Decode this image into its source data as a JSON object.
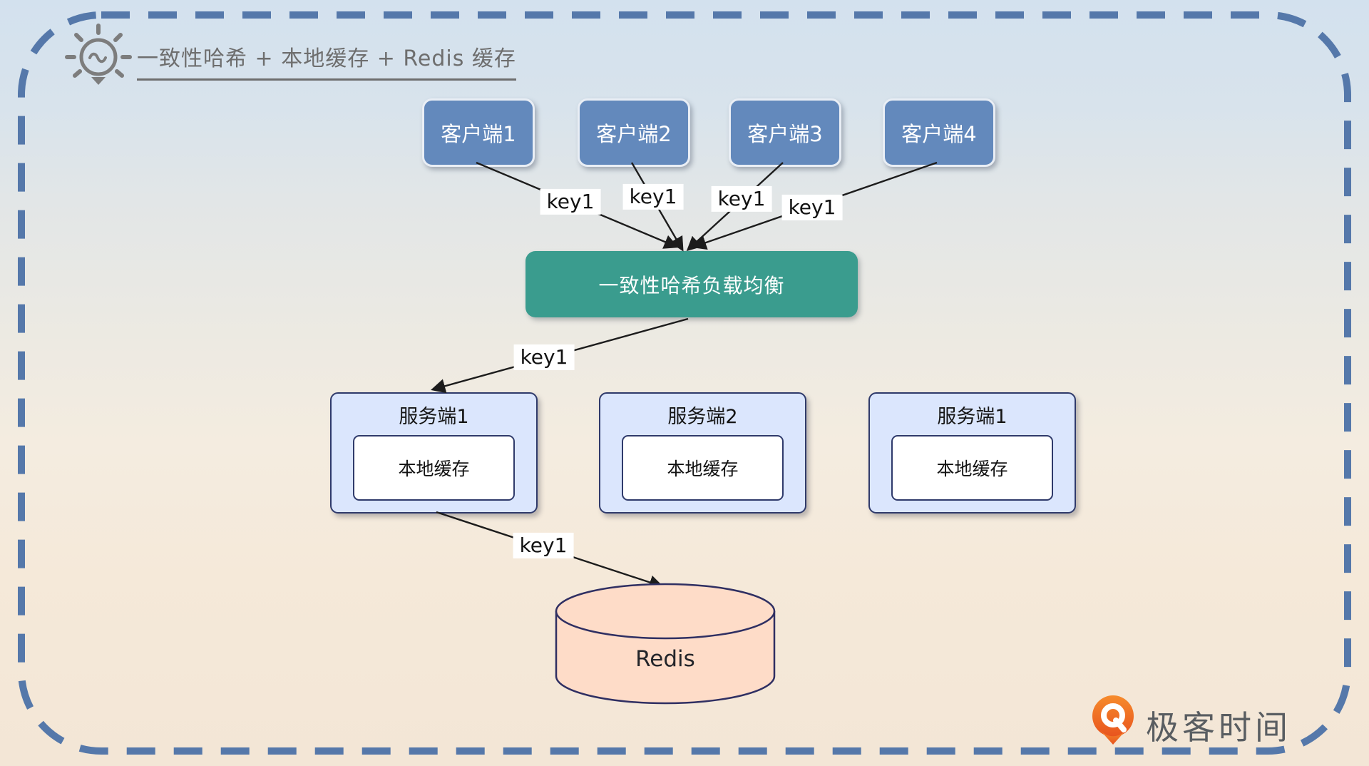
{
  "header": {
    "title": "一致性哈希 + 本地缓存 + Redis 缓存",
    "icon": "lightbulb-icon"
  },
  "clients": [
    {
      "label": "客户端1"
    },
    {
      "label": "客户端2"
    },
    {
      "label": "客户端3"
    },
    {
      "label": "客户端4"
    }
  ],
  "load_balancer": {
    "label": "一致性哈希负载均衡"
  },
  "servers": [
    {
      "title": "服务端1",
      "cache_label": "本地缓存"
    },
    {
      "title": "服务端2",
      "cache_label": "本地缓存"
    },
    {
      "title": "服务端1",
      "cache_label": "本地缓存"
    }
  ],
  "redis": {
    "label": "Redis"
  },
  "edge_labels": {
    "client1_to_lb": "key1",
    "client2_to_lb": "key1",
    "client3_to_lb": "key1",
    "client4_to_lb": "key1",
    "lb_to_server1": "key1",
    "server1_to_redis": "key1"
  },
  "watermark": {
    "text": "极客时间"
  },
  "colors": {
    "background_top": "#d3e1ee",
    "background_bottom": "#f3e6d6",
    "frame_dash": "#5578aa",
    "client_box": "#6389bc",
    "load_balancer_box": "#3a9c8e",
    "server_box_fill": "#dbe6fd",
    "server_box_border": "#2f3a6b",
    "redis_fill": "#fedcc8",
    "redis_border": "#2f2f62",
    "title_text": "#6e6e6e",
    "arrow": "#1c1c1c",
    "brand_orange": "#ee6a1f",
    "brand_text": "#595d61"
  }
}
